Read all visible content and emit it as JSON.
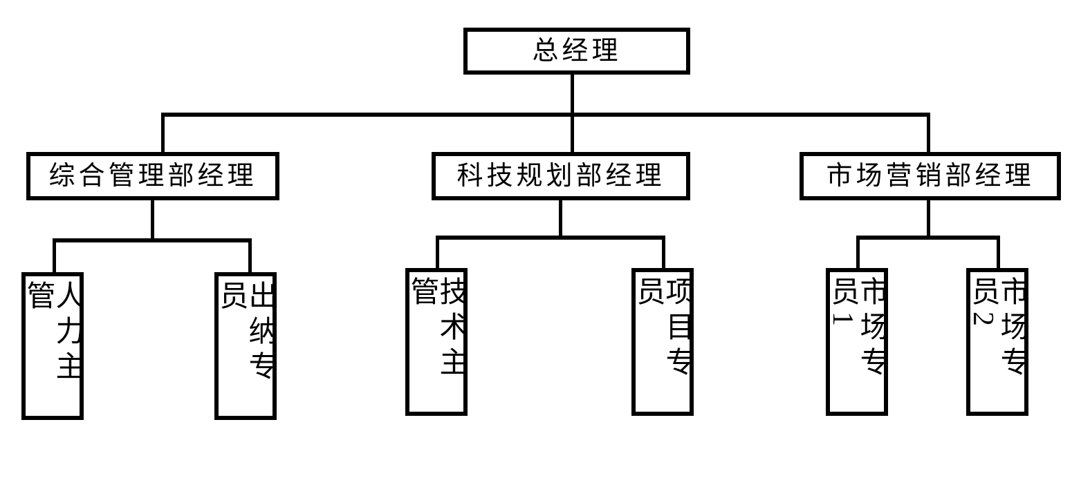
{
  "chart_type": "organization-chart",
  "orientation": "top-down",
  "colors": {
    "background": "#ffffff",
    "box_fill": "#ffffff",
    "border": "#000000",
    "text": "#000000",
    "connector": "#000000"
  },
  "nodes": {
    "root": {
      "label": "总经理",
      "text_direction": "horizontal"
    },
    "departments": [
      {
        "label": "综合管理部经理",
        "text_direction": "horizontal",
        "children": [
          {
            "label": "人力主管",
            "text_direction": "vertical"
          },
          {
            "label": "出纳专员",
            "text_direction": "vertical"
          }
        ]
      },
      {
        "label": "科技规划部经理",
        "text_direction": "horizontal",
        "children": [
          {
            "label": "技术主管",
            "text_direction": "vertical"
          },
          {
            "label": "项目专员",
            "text_direction": "vertical"
          }
        ]
      },
      {
        "label": "市场营销部经理",
        "text_direction": "horizontal",
        "children": [
          {
            "label": "市场专员1",
            "text_direction": "vertical"
          },
          {
            "label": "市场专员2",
            "text_direction": "vertical"
          }
        ]
      }
    ]
  }
}
